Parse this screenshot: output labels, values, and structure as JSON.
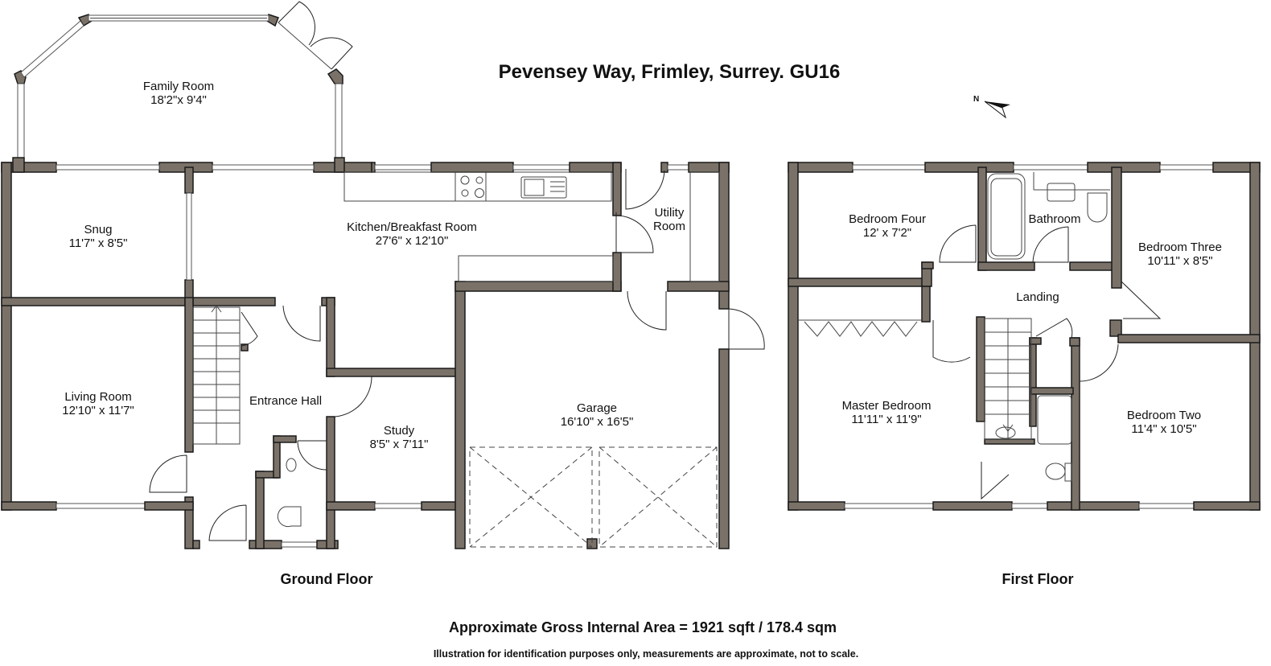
{
  "title": "Pevensey Way, Frimley, Surrey. GU16",
  "compass": {
    "label": "N",
    "icon": "north-arrow-icon"
  },
  "floors": [
    {
      "name": "Ground Floor",
      "rooms": [
        {
          "name": "Family Room",
          "dimensions": "18'2\"x 9'4\""
        },
        {
          "name": "Snug",
          "dimensions": "11'7\" x 8'5\""
        },
        {
          "name": "Kitchen/Breakfast Room",
          "dimensions": "27'6\" x 12'10\""
        },
        {
          "name": "Utility Room",
          "line1": "Utility",
          "line2": "Room"
        },
        {
          "name": "Living Room",
          "dimensions": "12'10\" x 11'7\""
        },
        {
          "name": "Entrance Hall"
        },
        {
          "name": "Study",
          "dimensions": "8'5\" x 7'11\""
        },
        {
          "name": "Garage",
          "dimensions": "16'10\" x 16'5\""
        }
      ]
    },
    {
      "name": "First Floor",
      "rooms": [
        {
          "name": "Bedroom Four",
          "dimensions": "12' x 7'2\""
        },
        {
          "name": "Bathroom"
        },
        {
          "name": "Bedroom Three",
          "dimensions": "10'11\" x 8'5\""
        },
        {
          "name": "Landing"
        },
        {
          "name": "Master Bedroom",
          "dimensions": "11'11\" x 11'9\""
        },
        {
          "name": "Bedroom Two",
          "dimensions": "11'4\" x 10'5\""
        }
      ]
    }
  ],
  "footer": {
    "area": "Approximate Gross Internal Area = 1921 sqft / 178.4 sqm",
    "disclaimer": "Illustration for identification purposes only, measurements are approximate, not to scale."
  },
  "colors": {
    "wall_fill": "#7a7268",
    "wall_edge": "#1a1a1a",
    "fixture_line": "#444444"
  }
}
